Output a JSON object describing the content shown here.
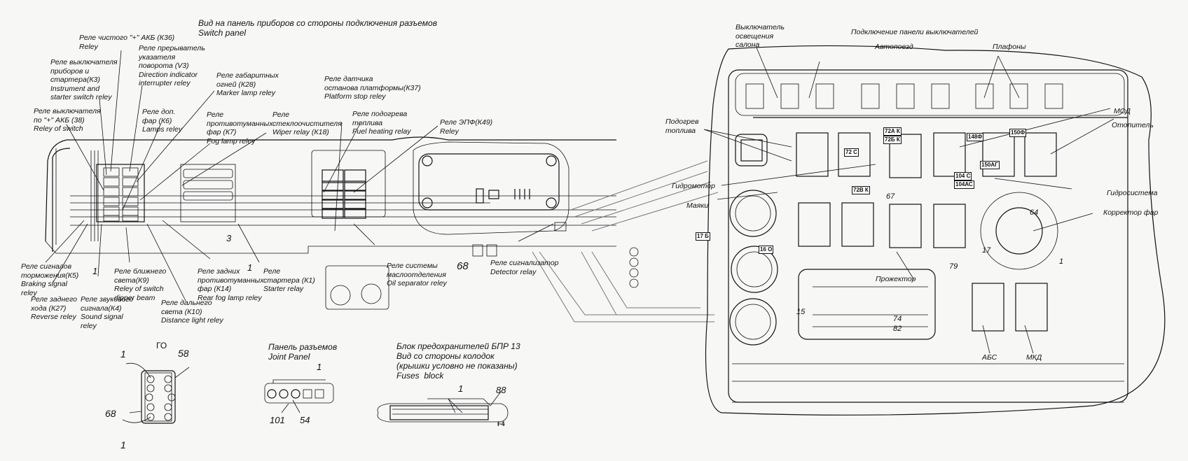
{
  "title": {
    "ru": "Вид на панель приборов со стороны подключения разъемов",
    "en": "Switch panel"
  },
  "left_labels": {
    "k36": "Реле чистого \"+\" АКБ (К36)\nReley",
    "v3": "Реле прерыватель\nуказателя\nповорота (V3)\nDirection indicator\ninterrupter reley",
    "k3": "Реле выключателя\nприборов и\nстартера(К3)\nInstrument and\nstarter switch reley",
    "k28": "Реле габаритных\nогней (К28)\nMarker lamp reley",
    "k6": "Реле доп.\nфар (К6)\nLamps reley",
    "k7": "Реле\nпротивотуманных\nфар (К7)\nFog lamp reley",
    "k18": "Реле\nстеклоочистителя\nWiper relay (К18)",
    "k38": "Реле выключателя\nпо \"+\" АКБ (38)\nReley of switch",
    "k37": "Реле датчика\nостанова платформы(К37)\nPlatform stop reley",
    "fuel": "Реле подогрева\nтоплива\nFuel heating relay",
    "k49": "Реле ЭПФ(К49)\nReley",
    "k5": "Реле сигналов\nторможения(К5)\nBraking signal\nreley",
    "k27": "Реле заднего\nхода (К27)\nReverse reley",
    "k4": "Реле звукового\nсигнала(К4)\nSound signal\nreley",
    "k9": "Реле ближнего\nсвета(К9)\nReley of switch\ndipper beam",
    "k10": "Реле дальнего\nсвета (К10)\nDistance light reley",
    "k14": "Реле задних\nпротивотуманных\nфар (К14)\nRear fog lamp reley",
    "k1": "Реле\nстартера (К1)\nStarter relay",
    "oil": "Реле системы\nмаслоотделения\nOil separator reley",
    "detector": "Реле сигнализатор\nDetector relay"
  },
  "callout_numbers": {
    "n1a": "1",
    "n1b": "1",
    "n3": "3",
    "n68": "68"
  },
  "go_switch": {
    "title": "ГО",
    "n58": "58",
    "n1top": "1",
    "n68": "68",
    "n1bot": "1"
  },
  "joint_panel": {
    "title": "Панель разъемов\nJoint Panel",
    "n1": "1",
    "n101": "101",
    "n54": "54"
  },
  "fuses_block": {
    "title": "Блок предохранителей БПР 13\nВид со стороны колодок\n(крышки условно не показаны)\nFuses  block",
    "n1": "1",
    "n88": "88",
    "f4": "F4"
  },
  "right_panel": {
    "salon_light": "Выключатель\nосвещения\nсалона",
    "connection": "Подключение панели выключателей",
    "autotrain": "Автопоезд",
    "plafony": "Плафоны",
    "fuel_heat": "Подогрев\nтоплива",
    "mod": "МОД",
    "heater": "Отопитель",
    "hydromotor": "Гидромотор",
    "beacons": "Маяки",
    "hydrosystem": "Гидросистема",
    "headlamp_corr": "Корректор фар",
    "spotlight": "Прожектор",
    "abs": "АБС",
    "mkd": "МКД",
    "nums": {
      "n67": "67",
      "n64": "64",
      "n17": "17",
      "n79": "79",
      "n15": "15",
      "n74": "74",
      "n82": "82",
      "n1": "1"
    },
    "tags": {
      "t72a": "72А К",
      "t72b": "72Б К",
      "t72c": "72 С",
      "t72v": "72В К",
      "t148": "148Ф",
      "t150": "150Ф",
      "t150ag": "150АГ",
      "t104c": "104 С",
      "t104ac": "104АС",
      "t17b": "17 Б",
      "t16o": "16 О"
    }
  }
}
